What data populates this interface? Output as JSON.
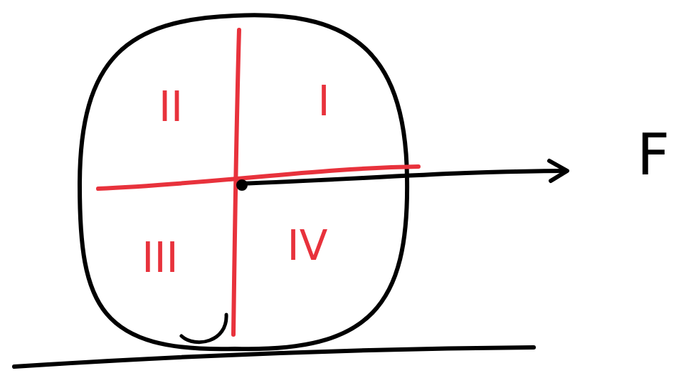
{
  "diagram": {
    "labels": [
      "II",
      "I",
      "F",
      "III",
      "IV"
    ]
  }
}
